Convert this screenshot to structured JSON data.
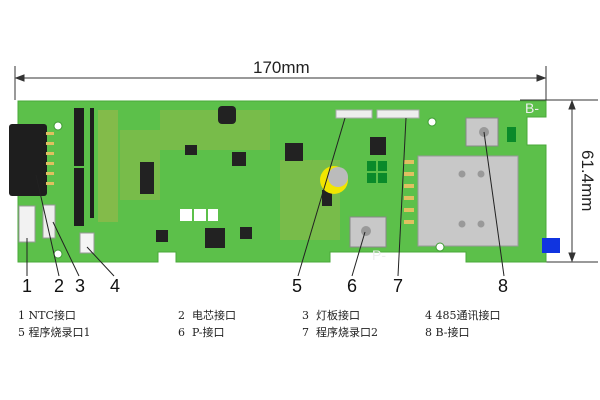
{
  "dimensions": {
    "width_label": "170mm",
    "height_label": "61.4mm"
  },
  "board_colors": {
    "pcb": "#5cc04a",
    "pcb_dark": "#3f9c34",
    "component": "#222222",
    "pad": "#d9b04a",
    "battery_ring": "#f2e600",
    "shield": "#c8c8c8",
    "blue_part": "#1034e0"
  },
  "board_silk": {
    "b_minus": "B-",
    "p_minus": "P-"
  },
  "callouts": [
    "1",
    "2",
    "3",
    "4",
    "5",
    "6",
    "7",
    "8"
  ],
  "legend": [
    {
      "num": "1",
      "label": "NTC接口"
    },
    {
      "num": "2",
      "label": "电芯接口"
    },
    {
      "num": "3",
      "label": "灯板接口"
    },
    {
      "num": "4",
      "label": "485通讯接口"
    },
    {
      "num": "5",
      "label": "程序烧录口1"
    },
    {
      "num": "6",
      "label": "P-接口"
    },
    {
      "num": "7",
      "label": "程序烧录口2"
    },
    {
      "num": "8",
      "label": "B-接口"
    }
  ]
}
